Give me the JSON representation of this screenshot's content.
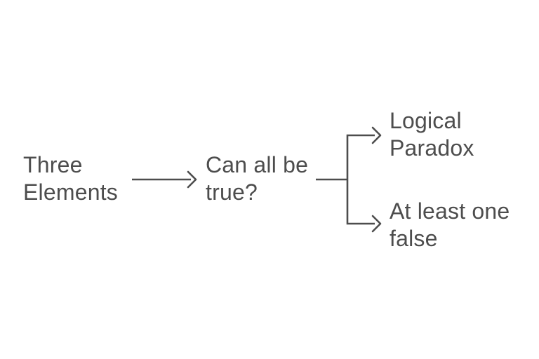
{
  "colors": {
    "background": "#ffffff",
    "line": "#4d4d4d",
    "text": "#4d4d4d"
  },
  "diagram": {
    "type": "flowchart",
    "direction": "left-to-right",
    "nodes": [
      {
        "id": "root",
        "label": "Three Elements"
      },
      {
        "id": "question",
        "label": "Can all be true?"
      },
      {
        "id": "outcome-top",
        "label": "Logical Paradox"
      },
      {
        "id": "outcome-bottom",
        "label": "At least one false"
      }
    ],
    "edges": [
      {
        "from": "Three Elements",
        "to": "Can all be true?"
      },
      {
        "from": "Can all be true?",
        "to": "Logical Paradox"
      },
      {
        "from": "Can all be true?",
        "to": "At least one false"
      }
    ]
  }
}
